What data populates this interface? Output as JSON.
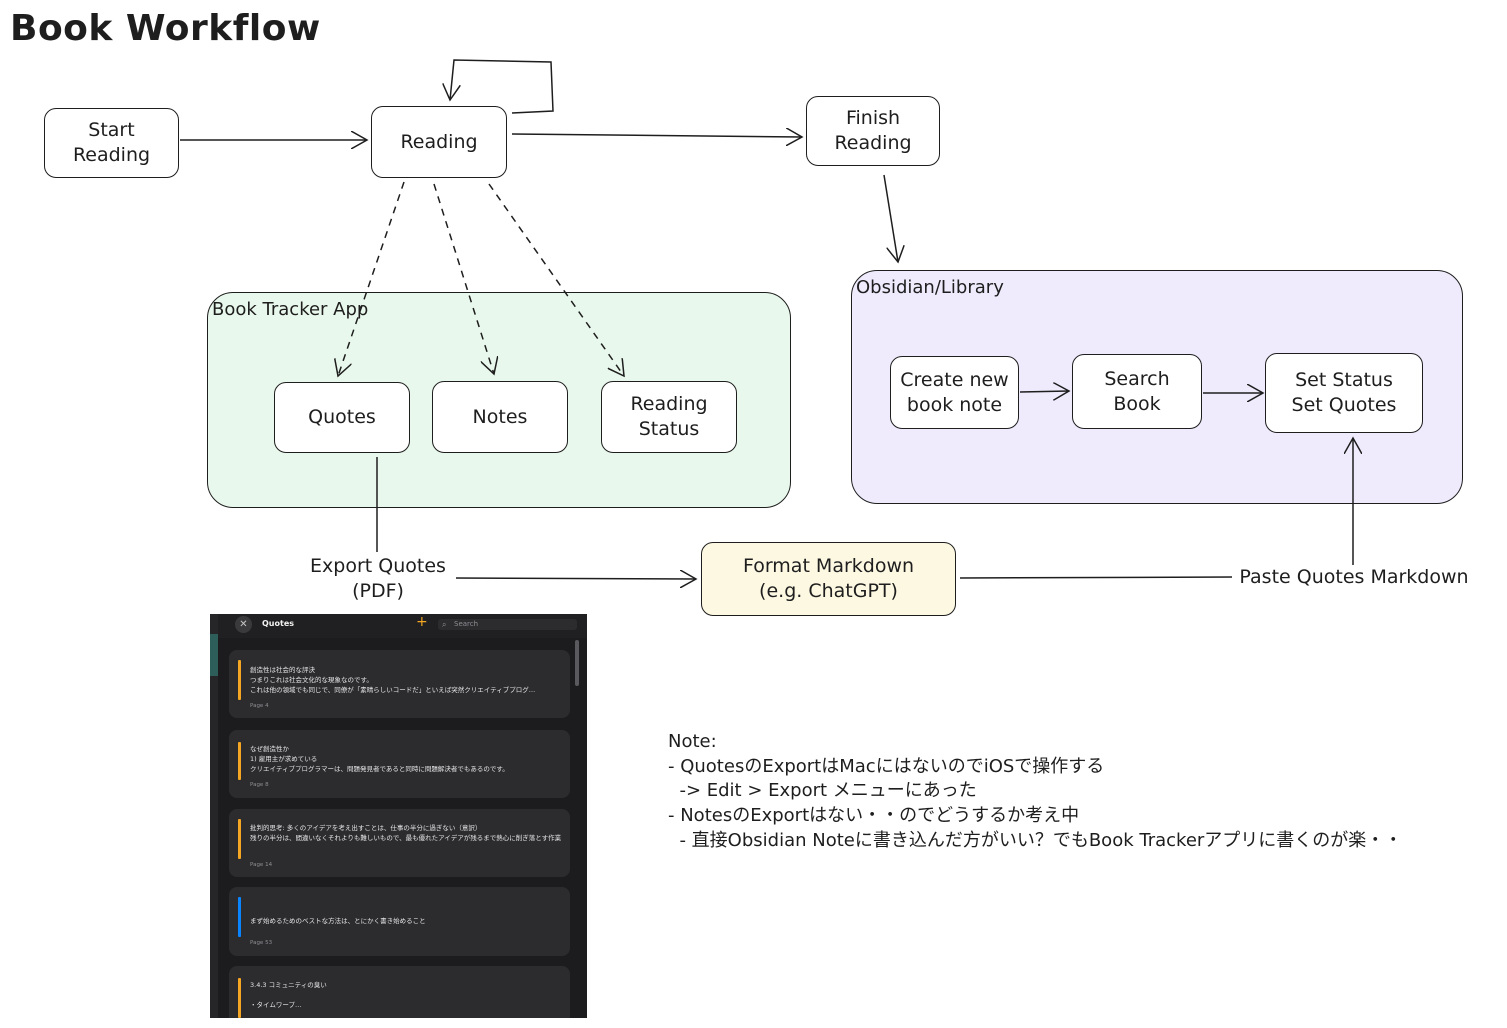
{
  "title": "Book Workflow",
  "nodes": {
    "start_reading": "Start\nReading",
    "reading": "Reading",
    "finish_reading": "Finish\nReading",
    "quotes": "Quotes",
    "notes": "Notes",
    "reading_status": "Reading\nStatus",
    "create_new_book_note": "Create new\nbook note",
    "search_book": "Search\nBook",
    "set_status_quotes": "Set Status\nSet Quotes",
    "format_markdown": "Format Markdown\n(e.g. ChatGPT)"
  },
  "groups": {
    "book_tracker": "Book Tracker App",
    "obsidian": "Obsidian/Library"
  },
  "edge_labels": {
    "export_quotes": "Export Quotes\n(PDF)",
    "paste_quotes": "Paste Quotes Markdown"
  },
  "note": "Note:\n- QuotesのExportはMacにはないのでiOSで操作する\n  -> Edit > Export メニューにあった\n- NotesのExportはない・・のでどうするか考え中\n  - 直接Obsidian Noteに書き込んだ方がいい？でもBook Trackerアプリに書くのが楽・・",
  "screenshot": {
    "close_glyph": "✕",
    "title": "Quotes",
    "plus": "+",
    "search_placeholder": "Search",
    "search_icon": "⌕",
    "cards": [
      {
        "accent": "#f5a623",
        "text": "創造性は社会的な評決\nつまりこれは社会文化的な現象なのです。\nこれは他の領域でも同じで、同僚が「素晴らしいコードだ」といえば突然クリエイティブプログ…",
        "page": "Page 4"
      },
      {
        "accent": "#f5a623",
        "text": "なぜ創造性か\n1) 雇用主が求めている\nクリエイティブプログラマーは、問題発見者であると同時に問題解決者でもあるのです。",
        "page": "Page 8"
      },
      {
        "accent": "#f5a623",
        "text": "批判的思考: 多くのアイデアを考え出すことは、仕事の半分に過ぎない（意訳）\n残りの半分は、間違いなくそれよりも難しいもので、最も優れたアイデアが残るまで熱心に削ぎ落とす作業",
        "page": "Page 14"
      },
      {
        "accent": "#0a84ff",
        "text": "まず始めるためのベストな方法は、とにかく書き始めること",
        "page": "Page 53"
      },
      {
        "accent": "#f5a623",
        "text": "3.4.3 コミュニティの臭い\n\n・タイムワープ…",
        "page": ""
      }
    ]
  }
}
